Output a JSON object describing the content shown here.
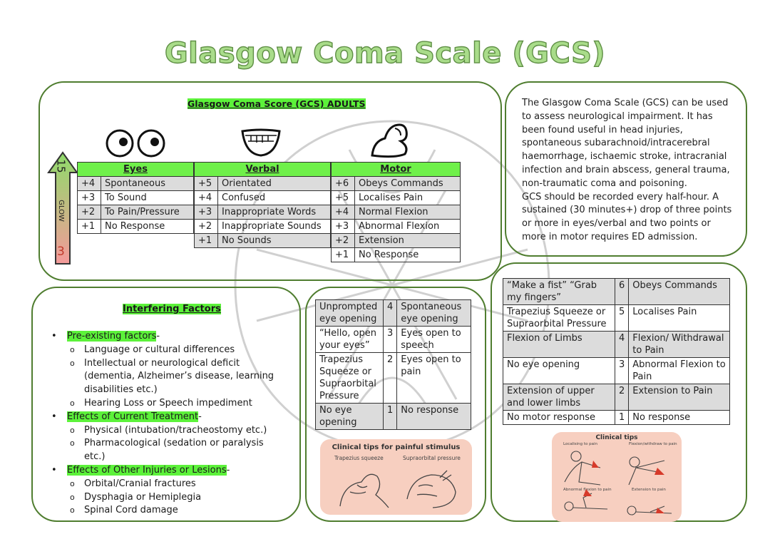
{
  "title": "Glasgow Coma Scale (GCS)",
  "adults": {
    "heading": "Glasgow Coma Score (GCS) ADULTS",
    "scale_top": "15",
    "scale_bottom": "3",
    "scale_label": "GLOW",
    "eyes": {
      "header": "Eyes",
      "rows": [
        {
          "score": "+4",
          "label": "Spontaneous"
        },
        {
          "score": "+3",
          "label": "To Sound"
        },
        {
          "score": "+2",
          "label": "To Pain/Pressure"
        },
        {
          "score": "+1",
          "label": "No Response"
        }
      ]
    },
    "verbal": {
      "header": "Verbal",
      "rows": [
        {
          "score": "+5",
          "label": "Orientated"
        },
        {
          "score": "+4",
          "label": "Confused"
        },
        {
          "score": "+3",
          "label": "Inappropriate Words"
        },
        {
          "score": "+2",
          "label": "Inappropriate Sounds"
        },
        {
          "score": "+1",
          "label": "No Sounds"
        }
      ]
    },
    "motor": {
      "header": "Motor",
      "rows": [
        {
          "score": "+6",
          "label": "Obeys Commands"
        },
        {
          "score": "+5",
          "label": "Localises Pain"
        },
        {
          "score": "+4",
          "label": "Normal Flexion"
        },
        {
          "score": "+3",
          "label": "Abnormal Flexion"
        },
        {
          "score": "+2",
          "label": "Extension"
        },
        {
          "score": "+1",
          "label": "No Response"
        }
      ]
    }
  },
  "description": {
    "p1": "The Glasgow Coma Scale (GCS) can be used to assess neurological impairment. It has been found useful in head injuries, spontaneous subarachnoid/intracerebral haemorrhage, ischaemic stroke, intracranial infection and brain abscess, general trauma, non-traumatic coma and poisoning.",
    "p2": "GCS should be recorded every half-hour. A sustained (30 minutes+) drop of three points or more in eyes/verbal and two points or more in motor requires ED admission."
  },
  "interfering": {
    "heading": "Interfering Factors",
    "groups": [
      {
        "title": "Pre-existing factors",
        "items": [
          "Language or cultural differences",
          "Intellectual or neurological deficit (dementia, Alzheimer’s disease, learning disabilities etc.)",
          "Hearing Loss or Speech impediment"
        ]
      },
      {
        "title": "Effects of Current Treatment",
        "items": [
          "Physical (intubation/tracheostomy etc.)",
          "Pharmacological (sedation or paralysis etc.)"
        ]
      },
      {
        "title": "Effects of Other Injuries or Lesions",
        "items": [
          "Orbital/Cranial fractures",
          "Dysphagia or Hemiplegia",
          "Spinal Cord damage"
        ]
      }
    ]
  },
  "eye_table": [
    {
      "stimulus": "Unprompted eye opening",
      "score": "4",
      "response": "Spontaneous eye opening"
    },
    {
      "stimulus": "“Hello, open your eyes”",
      "score": "3",
      "response": "Eyes open to speech"
    },
    {
      "stimulus": "Trapezius Squeeze or Supraorbital Pressure",
      "score": "2",
      "response": "Eyes open to pain"
    },
    {
      "stimulus": "No eye opening",
      "score": "1",
      "response": "No response"
    }
  ],
  "painful_tips": {
    "title": "Clinical tips for painful stimulus",
    "left": "Trapezius squeeze",
    "right": "Supraorbital pressure"
  },
  "motor_table": [
    {
      "stimulus": "“Make a fist” “Grab my fingers”",
      "score": "6",
      "response": "Obeys Commands"
    },
    {
      "stimulus": "Trapezius Squeeze or Supraorbital Pressure",
      "score": "5",
      "response": "Localises Pain"
    },
    {
      "stimulus": "Flexion of Limbs",
      "score": "4",
      "response": "Flexion/ Withdrawal to Pain"
    },
    {
      "stimulus": "No eye opening",
      "score": "3",
      "response": "Abnormal Flexion to Pain"
    },
    {
      "stimulus": "Extension of upper and lower limbs",
      "score": "2",
      "response": "Extension to Pain"
    },
    {
      "stimulus": "No motor response",
      "score": "1",
      "response": "No response"
    }
  ],
  "clinical_tips": {
    "title": "Clinical tips",
    "a": "Localising to pain",
    "b": "Flexion/withdraw to pain",
    "c": "Abnormal flexion to pain",
    "d": "Extension to pain"
  },
  "colors": {
    "title_fill": "#a9dc8a",
    "panel_border": "#4f7d2f",
    "highlight": "#5cf23a",
    "tip_bg": "#f7cfc0"
  }
}
